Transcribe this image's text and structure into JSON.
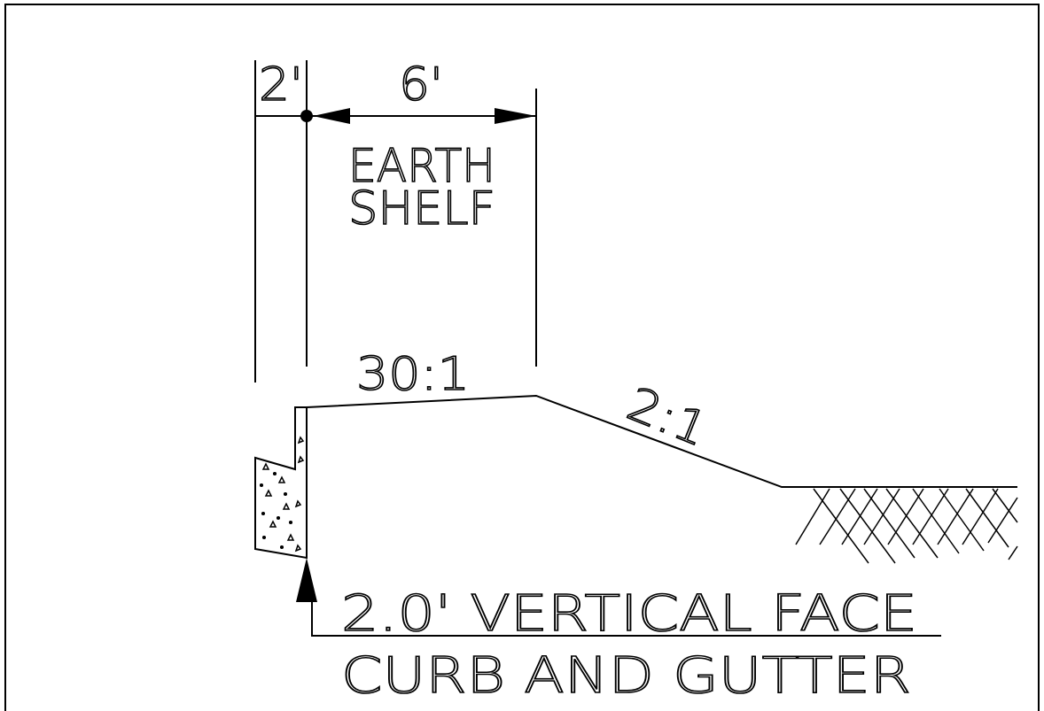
{
  "dimensions": {
    "left_width": "2'",
    "shelf_width": "6'"
  },
  "labels": {
    "shelf_line1": "EARTH",
    "shelf_line2": "SHELF",
    "shelf_slope": "30:1",
    "side_slope": "2:1",
    "curb_line1": "2.0' VERTICAL FACE",
    "curb_line2": "CURB AND GUTTER"
  },
  "colors": {
    "line": "#000000",
    "background": "#ffffff"
  }
}
